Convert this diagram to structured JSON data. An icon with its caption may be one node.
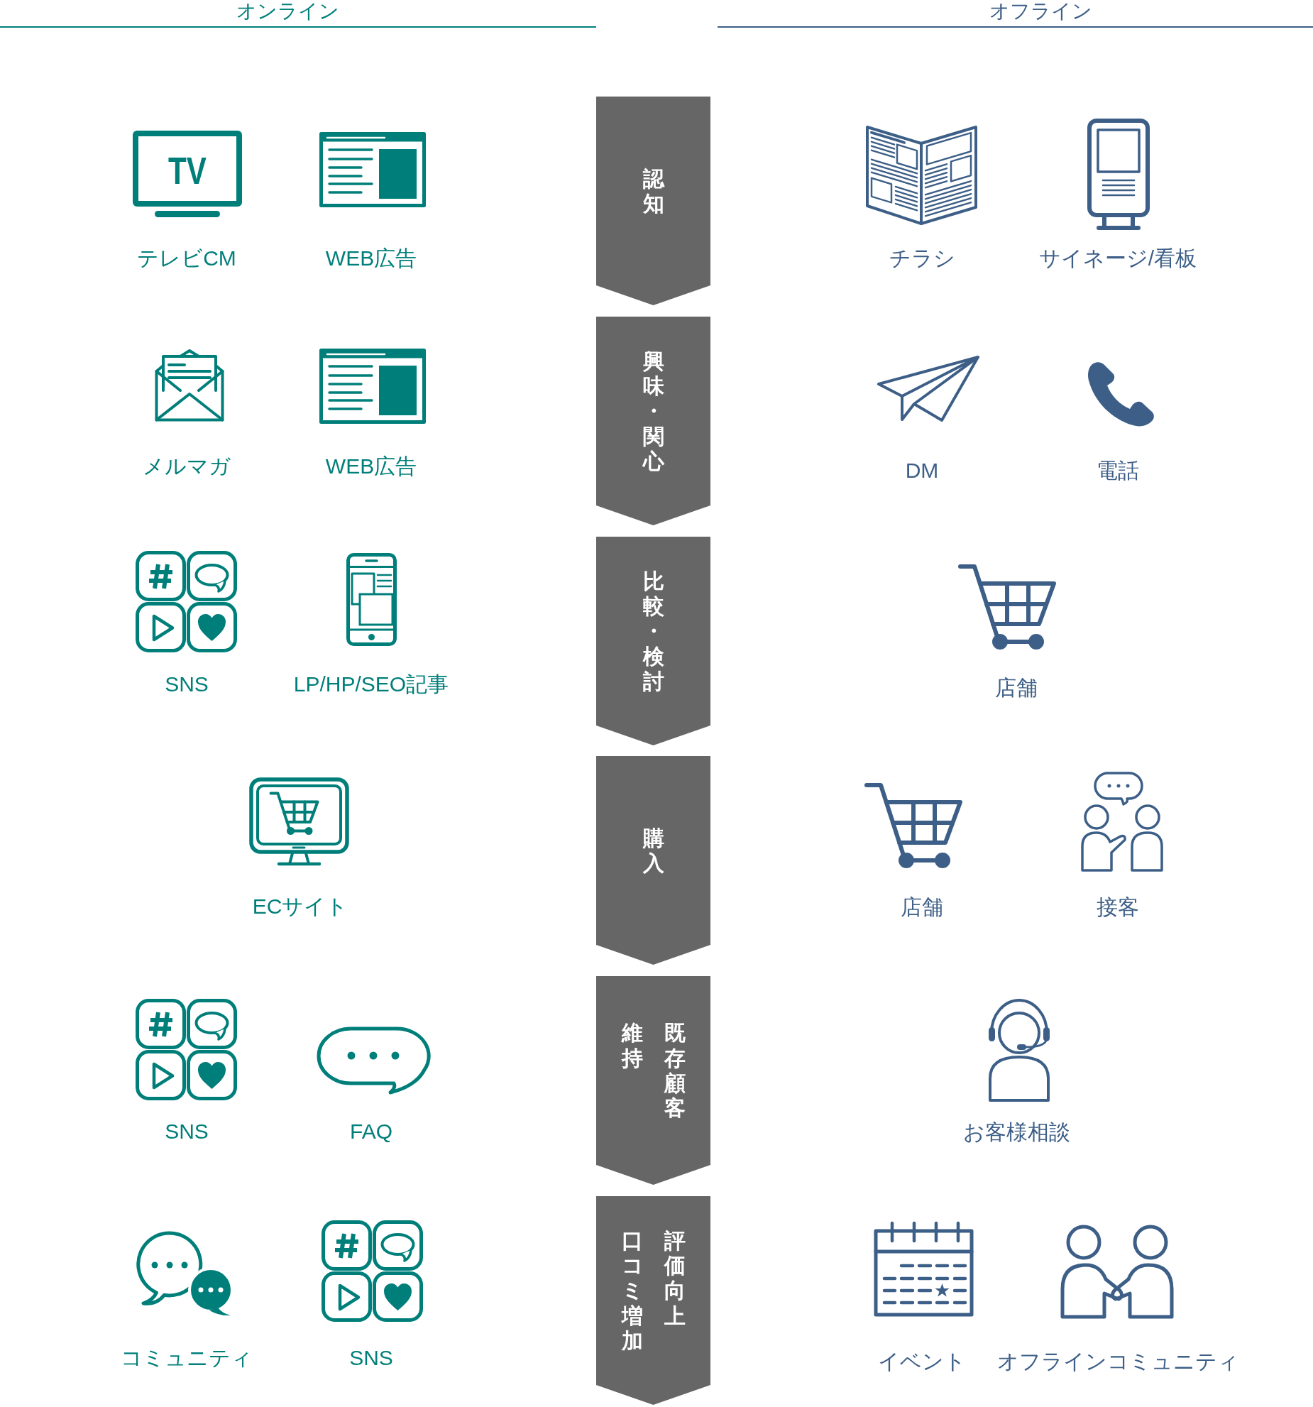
{
  "diagram": {
    "nodes": [
      {
        "text": [
          "認知"
        ]
      },
      {
        "text": [
          "興味・関心"
        ]
      },
      {
        "text": [
          "比較・検討"
        ]
      },
      {
        "text": [
          "購入"
        ]
      },
      {
        "text": [
          "既存顧客維持"
        ]
      },
      {
        "text": [
          "評価向上口コミ増加"
        ]
      }
    ],
    "labels": [
      "オンライン",
      "オフライン",
      "TV",
      "テレビCM",
      "WEB広告",
      "チラシ",
      "サイネージ/看板",
      "メルマガ",
      "WEB広告",
      "DM",
      "電話",
      "SNS",
      "LP/HP/SEO記事",
      "店舗",
      "ECサイト",
      "店舗",
      "接客",
      "SNS",
      "FAQ",
      "お客様相談",
      "コミュニティ",
      "SNS",
      "イベント",
      "オフラインコミュニティ"
    ]
  }
}
